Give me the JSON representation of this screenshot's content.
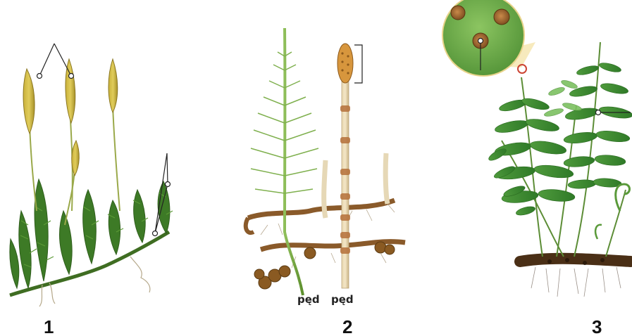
{
  "figures": [
    {
      "number": "1",
      "shoot_labels": []
    },
    {
      "number": "2",
      "shoot_labels": [
        "pęd",
        "pęd"
      ]
    },
    {
      "number": "3",
      "shoot_labels": []
    }
  ]
}
